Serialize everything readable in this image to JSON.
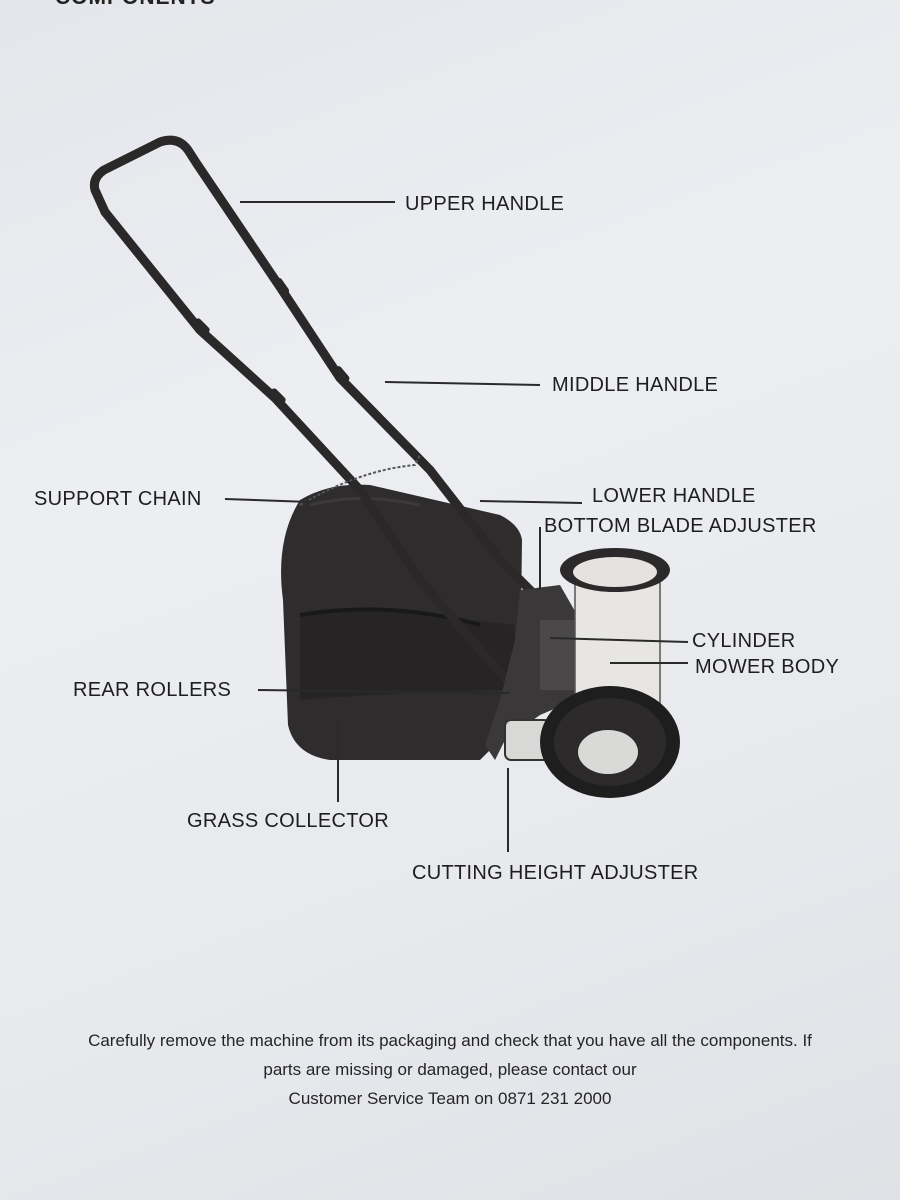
{
  "document": {
    "heading": "COMPONENTS"
  },
  "labels": {
    "upper_handle": "UPPER HANDLE",
    "middle_handle": "MIDDLE HANDLE",
    "support_chain": "SUPPORT CHAIN",
    "lower_handle": "LOWER HANDLE",
    "bottom_blade_adjuster": "BOTTOM BLADE ADJUSTER",
    "cylinder": "CYLINDER",
    "mower_body": "MOWER BODY",
    "rear_rollers": "REAR ROLLERS",
    "grass_collector": "GRASS COLLECTOR",
    "cutting_height_adjuster": "CUTTING HEIGHT ADJUSTER"
  },
  "footer": {
    "line1": "Carefully remove the machine from its packaging and check that you have all the components. If",
    "line2": "parts are missing or damaged, please contact our",
    "line3": "Customer Service Team on 0871 231 2000"
  }
}
